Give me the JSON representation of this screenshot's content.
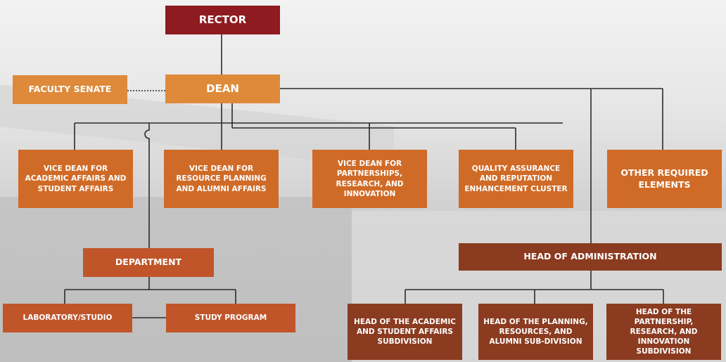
{
  "org_chart": {
    "rector": "RECTOR",
    "dean": "DEAN",
    "faculty_senate": "FACULTY SENATE",
    "vice_deans": [
      "VICE DEAN FOR ACADEMIC AFFAIRS AND STUDENT AFFAIRS",
      "VICE DEAN FOR RESOURCE PLANNING AND ALUMNI AFFAIRS",
      "VICE DEAN FOR PARTNERSHIPS, RESEARCH, AND INNOVATION"
    ],
    "quality_assurance": "QUALITY ASSURANCE AND REPUTATION ENHANCEMENT CLUSTER",
    "other_elements": "OTHER REQUIRED ELEMENTS",
    "department": "DEPARTMENT",
    "laboratory": "LABORATORY/STUDIO",
    "study_program": "STUDY PROGRAM",
    "head_of_administration": "HEAD OF ADMINISTRATION",
    "subdivisions": [
      "HEAD OF THE ACADEMIC AND STUDENT AFFAIRS SUBDIVISION",
      "HEAD OF THE PLANNING, RESOURCES, AND ALUMNI SUB-DIVISION",
      "HEAD OF THE PARTNERSHIP, RESEARCH, AND INNOVATION SUBDIVISION"
    ]
  },
  "colors": {
    "rector": "#8e1b1f",
    "light_orange": "#de8a3a",
    "orange": "#d06b27",
    "rust": "#c0552a",
    "dark_brown": "#8b3b20",
    "connector": "#2b2b2b"
  }
}
